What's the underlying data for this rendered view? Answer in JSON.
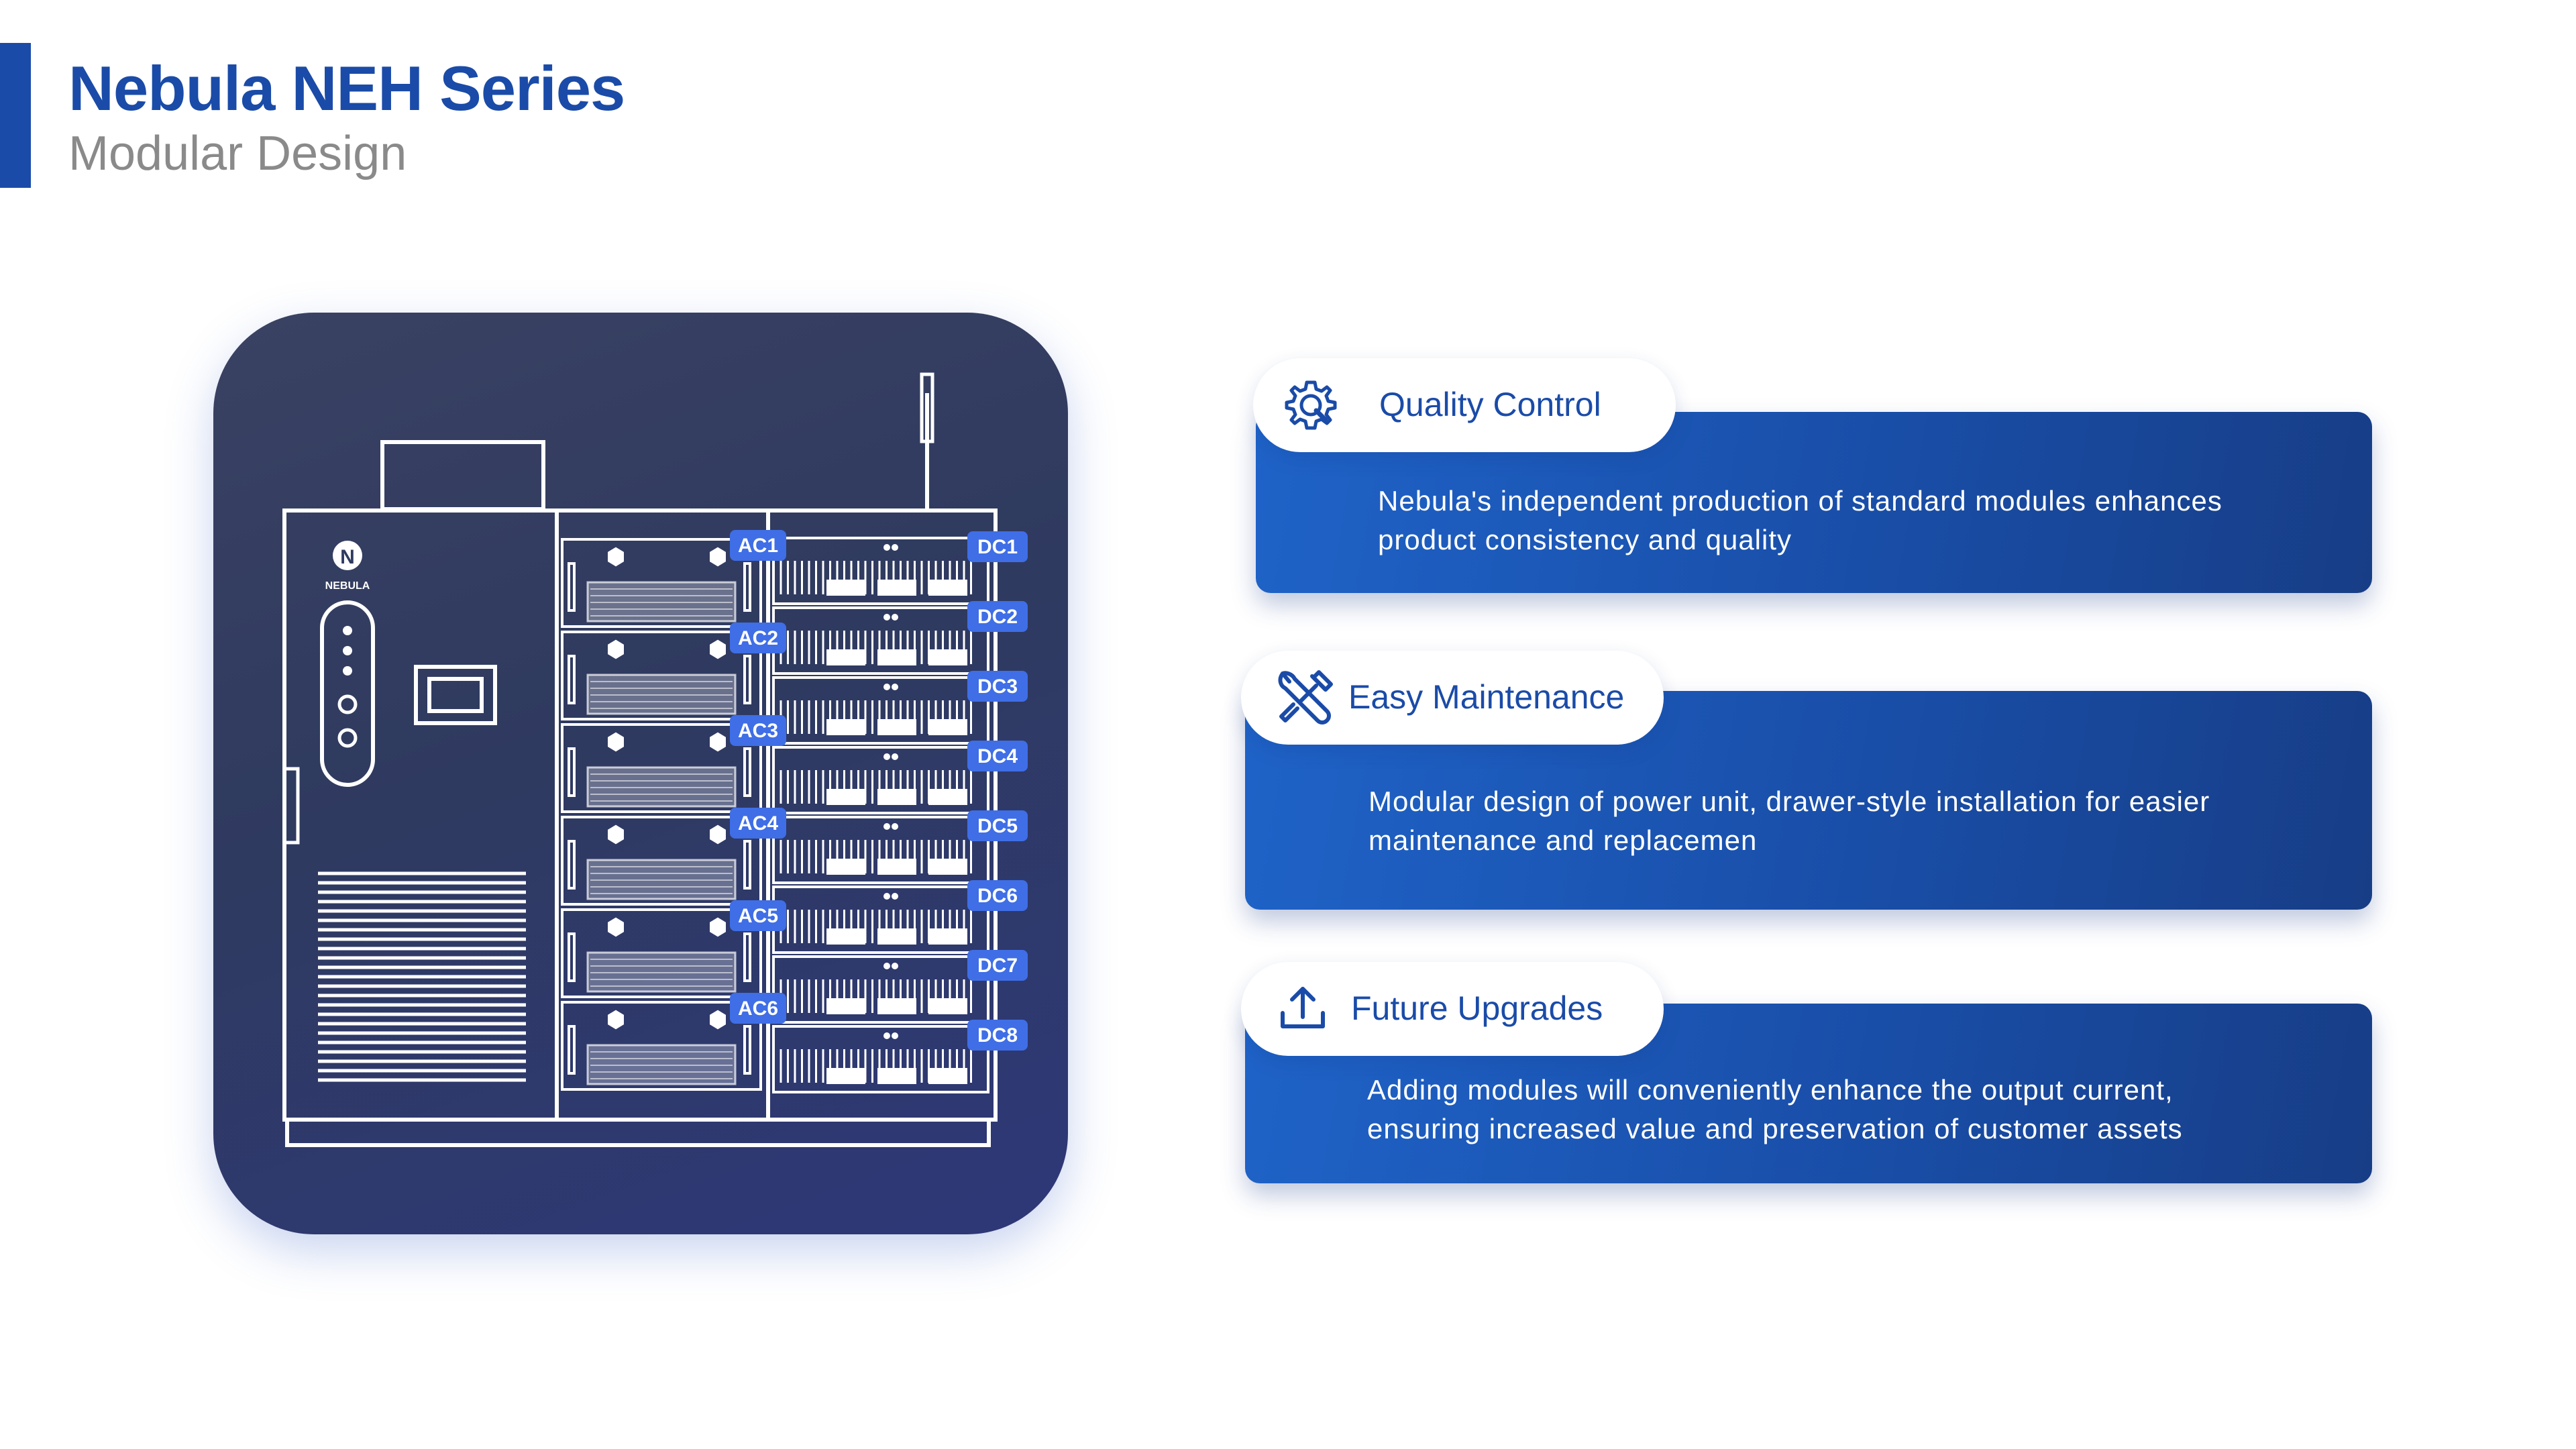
{
  "header": {
    "title": "Nebula NEH Series",
    "subtitle": "Modular Design"
  },
  "device": {
    "logo_mark": "N",
    "logo_text": "NEBULA",
    "ac_labels": [
      "AC1",
      "AC2",
      "AC3",
      "AC4",
      "AC5",
      "AC6"
    ],
    "dc_labels": [
      "DC1",
      "DC2",
      "DC3",
      "DC4",
      "DC5",
      "DC6",
      "DC7",
      "DC8"
    ]
  },
  "features": [
    {
      "icon": "gear-wrench-icon",
      "title": "Quality Control",
      "lines": [
        "Nebula's independent production of standard modules enhances",
        "product consistency and quality"
      ]
    },
    {
      "icon": "tools-icon",
      "title": "Easy Maintenance",
      "lines": [
        "Modular design of power unit, drawer-style installation for easier",
        "maintenance and replacemen"
      ]
    },
    {
      "icon": "upload-icon",
      "title": "Future Upgrades",
      "lines": [
        "Adding modules will conveniently enhance the output current,",
        "ensuring increased value and preservation of customer assets"
      ]
    }
  ],
  "colors": {
    "brand": "#1a4ba8",
    "subtitle": "#8a8a8a",
    "tag": "#3f6ee6"
  }
}
